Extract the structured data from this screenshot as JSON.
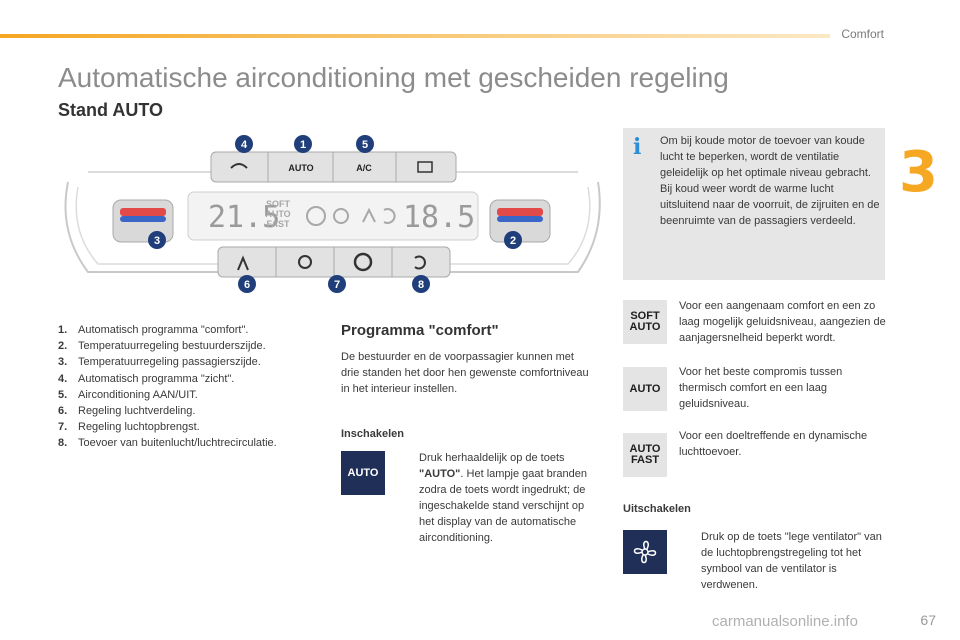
{
  "header": {
    "section": "Comfort",
    "chapter": "3"
  },
  "title": "Automatische airconditioning met gescheiden regeling",
  "subtitle": "Stand AUTO",
  "panel": {
    "buttons_top": [
      "AUTO",
      "A/C"
    ],
    "buttons_bottom": [],
    "display": {
      "left_temp": "21.5",
      "right_temp": "18.5",
      "mode_lines": [
        "SOFT",
        "AUTO",
        "FAST"
      ]
    },
    "callouts": [
      "4",
      "1",
      "5",
      "3",
      "2",
      "6",
      "7",
      "8"
    ]
  },
  "legend": [
    {
      "num": "1.",
      "text": "Automatisch programma \"comfort\"."
    },
    {
      "num": "2.",
      "text": "Temperatuurregeling bestuurderszijde."
    },
    {
      "num": "3.",
      "text": "Temperatuurregeling passagierszijde."
    },
    {
      "num": "4.",
      "text": "Automatisch programma \"zicht\"."
    },
    {
      "num": "5.",
      "text": "Airconditioning AAN/UIT."
    },
    {
      "num": "6.",
      "text": "Regeling luchtverdeling."
    },
    {
      "num": "7.",
      "text": "Regeling luchtopbrengst."
    },
    {
      "num": "8.",
      "text": "Toevoer van buitenlucht/luchtrecirculatie."
    }
  ],
  "programma": {
    "title": "Programma \"comfort\"",
    "body": "De bestuurder en de voorpassagier kunnen met drie standen het door hen gewenste comfortniveau in het interieur instellen.",
    "inschakelen_label": "Inschakelen",
    "auto_key_label": "AUTO",
    "step_bullet": "",
    "step_pre": "Druk herhaaldelijk op de toets ",
    "step_bold": "\"AUTO\"",
    "step_post": ". Het lampje gaat branden zodra de toets wordt ingedrukt; de ingeschakelde stand verschijnt op het display van de automatische airconditioning."
  },
  "info": {
    "icon": "i",
    "text": "Om bij koude motor de toevoer van koude lucht te beperken, wordt de ventilatie geleidelijk op het optimale niveau gebracht.\nBij koud weer wordt de warme lucht uitsluitend naar de voorruit, de zijruiten en de beenruimte van de passagiers verdeeld."
  },
  "modes": [
    {
      "line1": "SOFT",
      "line2": "AUTO",
      "text": "Voor een aangenaam comfort en een zo laag mogelijk geluidsniveau, aangezien de aanjagersnelheid beperkt wordt."
    },
    {
      "line1": "AUTO",
      "line2": "",
      "text": "Voor het beste compromis tussen thermisch comfort en een laag geluidsniveau."
    },
    {
      "line1": "AUTO",
      "line2": "FAST",
      "text": "Voor een doeltreffende en dynamische luchttoevoer."
    }
  ],
  "uitschakelen": {
    "label": "Uitschakelen",
    "bullet": "",
    "text": "Druk op de toets \"lege ventilator\" van de luchtopbrengstregeling tot het symbool van de ventilator is verdwenen."
  },
  "footer": {
    "page": "67",
    "watermark": "carmanualsonline.info"
  },
  "colors": {
    "accent": "#f7a823",
    "key_dark": "#1f2f58",
    "callout": "#1f3e7a",
    "info_bg": "#e6e6e6",
    "info_icon": "#2c8fd6"
  }
}
